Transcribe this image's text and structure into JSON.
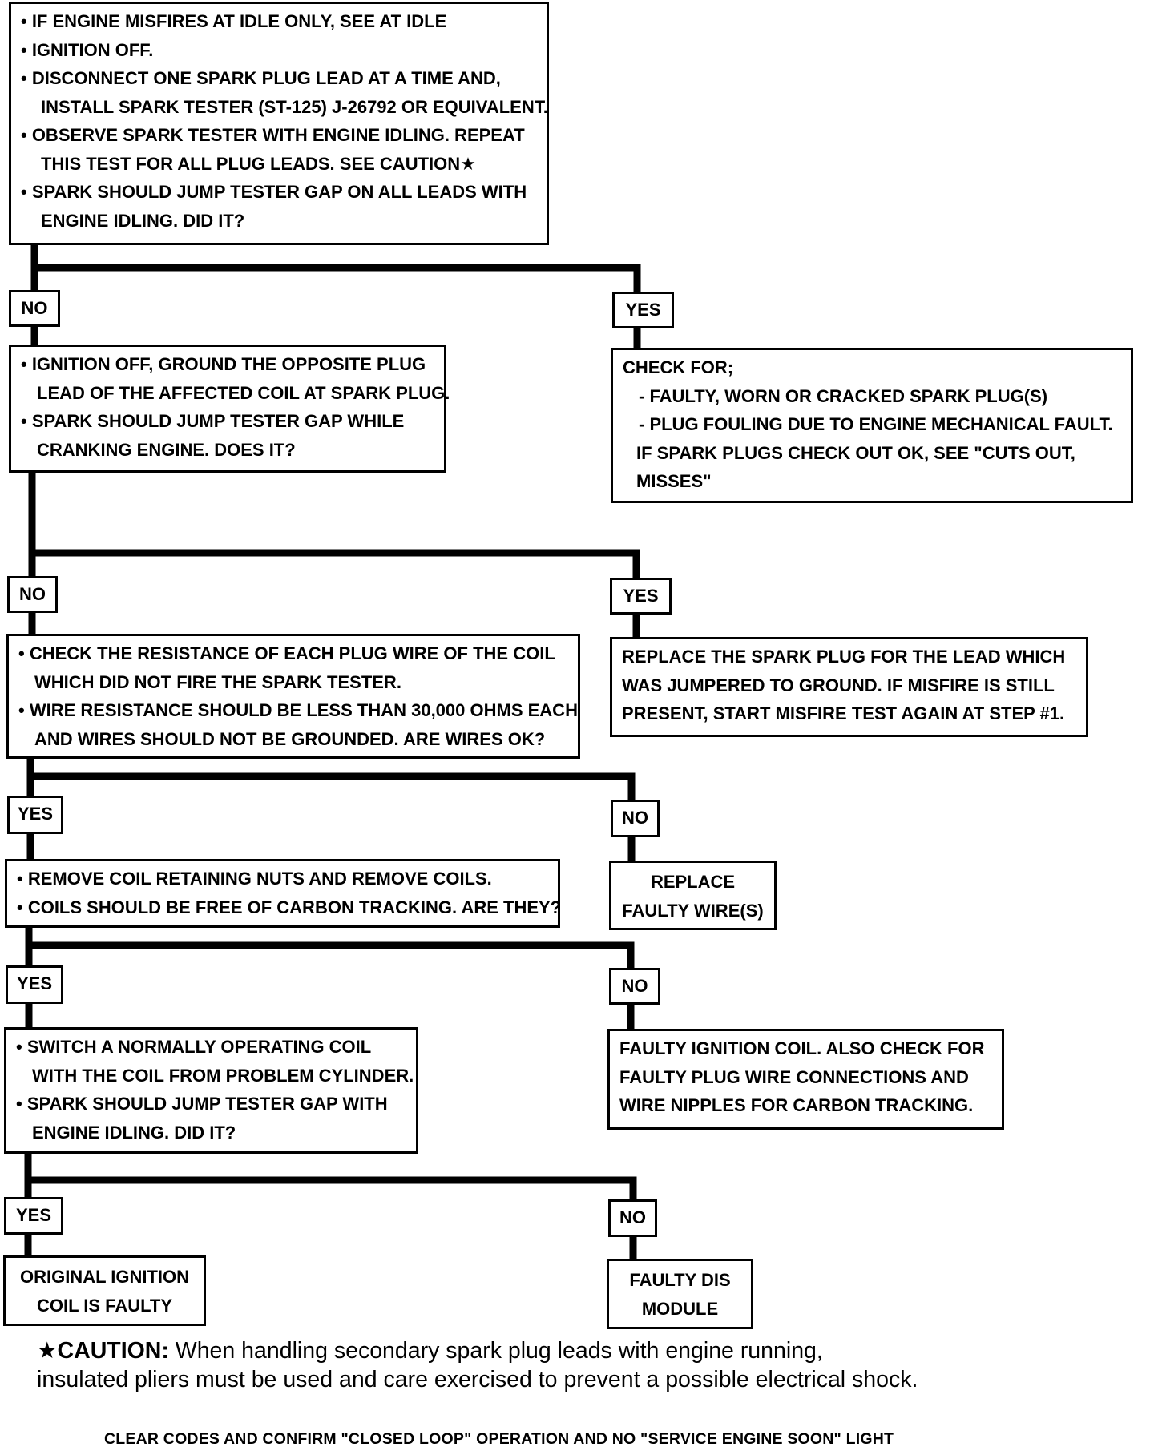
{
  "steps": {
    "step1": [
      "• IF ENGINE MISFIRES AT IDLE ONLY, SEE AT IDLE",
      "• IGNITION OFF.",
      "• DISCONNECT ONE SPARK PLUG LEAD AT A TIME AND,",
      "INSTALL SPARK TESTER (ST-125) J-26792 OR EQUIVALENT.",
      "• OBSERVE SPARK TESTER WITH ENGINE IDLING. REPEAT",
      "THIS TEST FOR ALL PLUG LEADS.        SEE CAUTION★",
      "• SPARK SHOULD JUMP TESTER GAP ON ALL LEADS WITH",
      "ENGINE IDLING. DID IT?"
    ],
    "step2": [
      "• IGNITION OFF, GROUND THE OPPOSITE PLUG",
      "LEAD OF THE AFFECTED COIL AT SPARK PLUG.",
      "• SPARK SHOULD JUMP TESTER GAP WHILE",
      "CRANKING ENGINE. DOES IT?"
    ],
    "check_for": [
      "CHECK FOR;",
      "- FAULTY, WORN OR CRACKED SPARK PLUG(S)",
      "- PLUG FOULING DUE TO ENGINE MECHANICAL FAULT.",
      "IF SPARK PLUGS CHECK OUT OK, SEE \"CUTS OUT,",
      "MISSES\""
    ],
    "step3": [
      "• CHECK THE RESISTANCE OF EACH PLUG WIRE OF THE COIL",
      "WHICH DID NOT FIRE THE SPARK TESTER.",
      "• WIRE RESISTANCE SHOULD BE LESS THAN 30,000 OHMS EACH",
      "AND WIRES SHOULD NOT BE GROUNDED. ARE WIRES OK?"
    ],
    "replace_plug": [
      "REPLACE THE SPARK PLUG FOR THE LEAD WHICH",
      "WAS JUMPERED TO GROUND. IF MISFIRE IS STILL",
      "PRESENT, START MISFIRE TEST AGAIN AT STEP #1."
    ],
    "step4": [
      "• REMOVE COIL RETAINING NUTS AND REMOVE COILS.",
      "• COILS SHOULD BE FREE OF CARBON TRACKING. ARE THEY?"
    ],
    "replace_wire": [
      "REPLACE",
      "FAULTY WIRE(S)"
    ],
    "step5": [
      "• SWITCH A NORMALLY OPERATING COIL",
      "WITH THE COIL FROM PROBLEM CYLINDER.",
      "• SPARK SHOULD JUMP TESTER GAP WITH",
      "ENGINE IDLING. DID IT?"
    ],
    "faulty_coil": [
      "FAULTY IGNITION COIL. ALSO CHECK FOR",
      "FAULTY PLUG WIRE CONNECTIONS AND",
      "WIRE NIPPLES FOR CARBON TRACKING."
    ],
    "original_coil": [
      "ORIGINAL IGNITION",
      "COIL IS FAULTY"
    ],
    "faulty_dis": [
      "FAULTY DIS",
      "MODULE"
    ]
  },
  "tags": {
    "no": "NO",
    "yes": "YES"
  },
  "caution": {
    "head": "★CAUTION:",
    "line1": " When handling secondary spark plug leads with engine running,",
    "line2": "insulated pliers must be used and care exercised to prevent a possible electrical shock."
  },
  "footer": "CLEAR CODES AND CONFIRM \"CLOSED LOOP\" OPERATION AND NO \"SERVICE ENGINE SOON\" LIGHT"
}
